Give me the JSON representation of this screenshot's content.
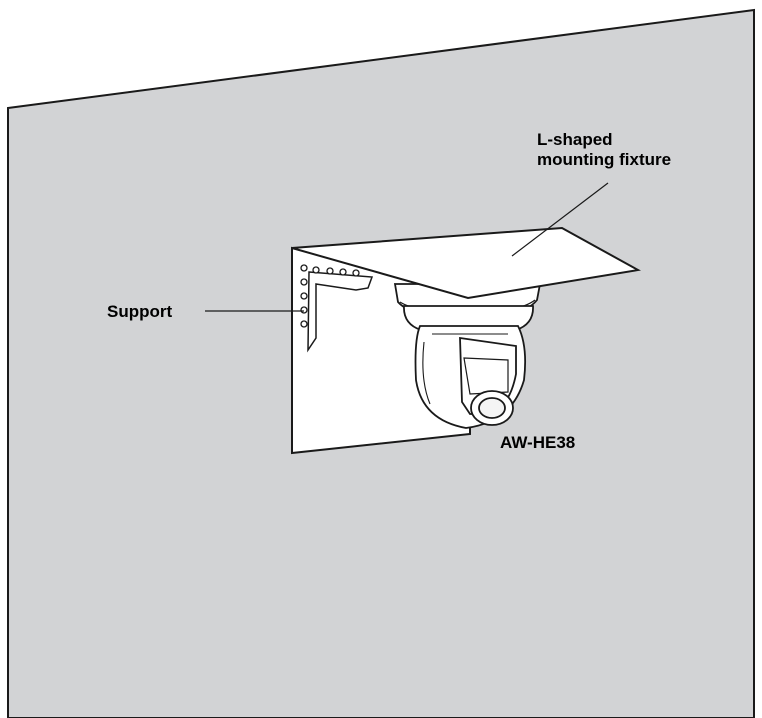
{
  "labels": {
    "fixture_line1": "L-shaped",
    "fixture_line2": "mounting fixture",
    "support": "Support",
    "model": "AW-HE38"
  },
  "colors": {
    "wall": "#d2d3d5",
    "fixture": "#ffffff",
    "outline": "#1a1a1a"
  }
}
